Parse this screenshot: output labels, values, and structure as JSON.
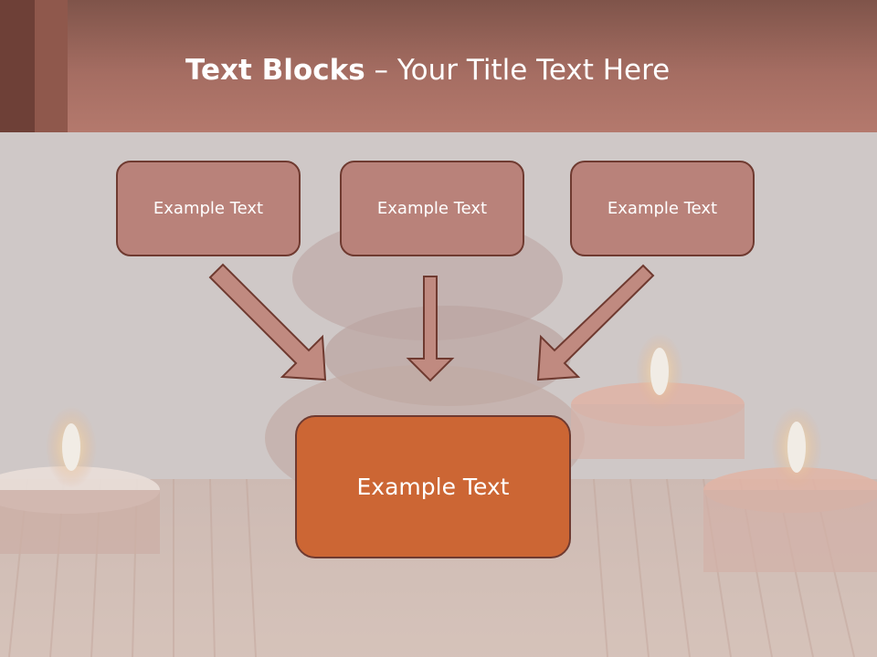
{
  "slide": {
    "title_bold": "Text Blocks",
    "title_rest": " – Your Title Text Here"
  },
  "blocks": {
    "top": [
      {
        "label": "Example Text"
      },
      {
        "label": "Example Text"
      },
      {
        "label": "Example Text"
      }
    ],
    "bottom": {
      "label": "Example Text"
    }
  },
  "colors": {
    "header": "#a56d62",
    "box_fill": "#b9827a",
    "box_border": "#6f3a30",
    "main_box_fill": "#cc6634",
    "arrow_fill": "#c08a80"
  }
}
